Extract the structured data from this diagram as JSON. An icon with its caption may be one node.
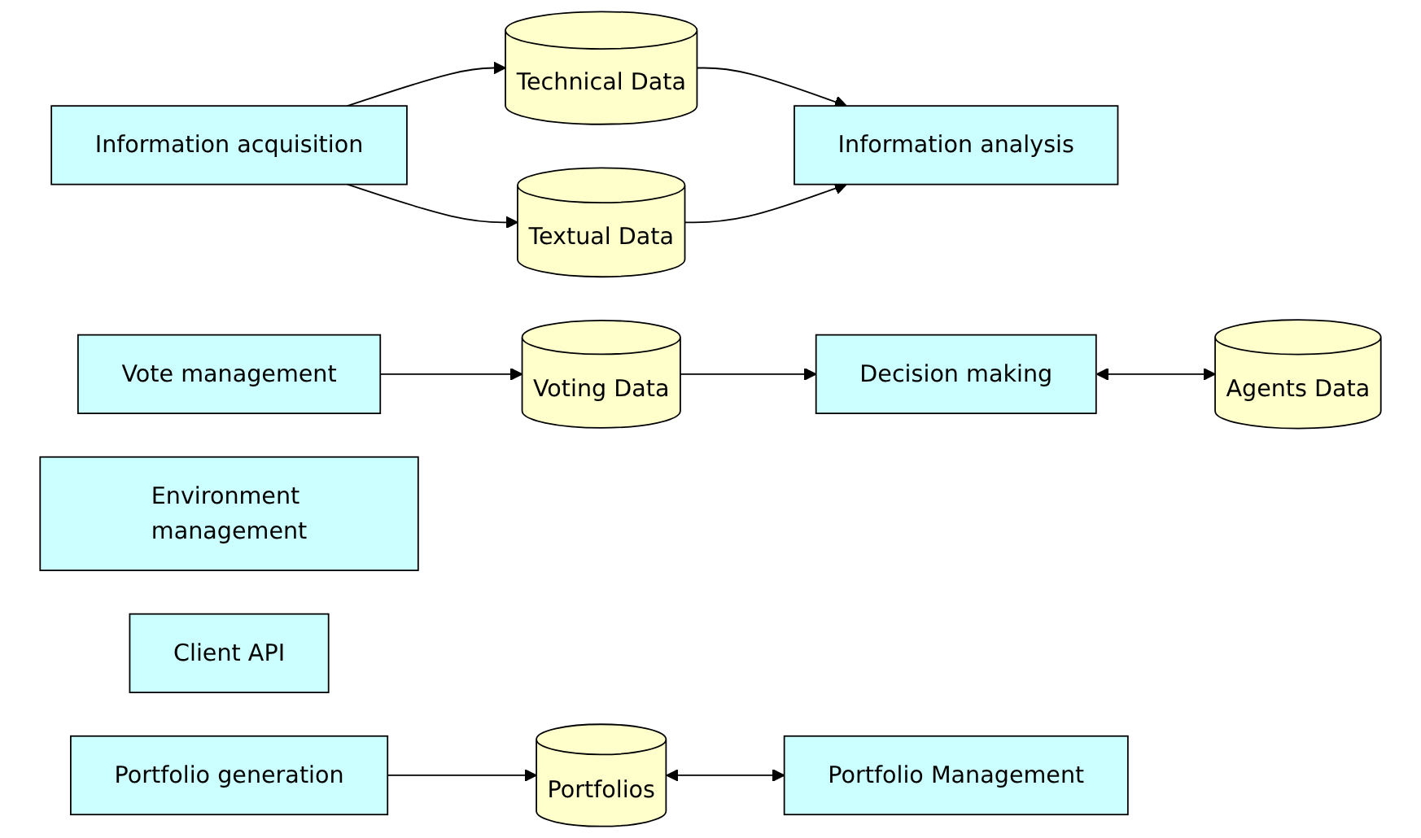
{
  "diagram": {
    "nodes": [
      {
        "text": [
          "Information acquisition"
        ]
      },
      {
        "text": [
          "Technical Data"
        ]
      },
      {
        "text": [
          "Textual Data"
        ]
      },
      {
        "text": [
          "Information analysis"
        ]
      },
      {
        "text": [
          "Vote management"
        ]
      },
      {
        "text": [
          "Voting Data"
        ]
      },
      {
        "text": [
          "Decision making"
        ]
      },
      {
        "text": [
          "Environment management"
        ]
      },
      {
        "text": [
          "Client API"
        ]
      },
      {
        "text": [
          "Agents Data"
        ]
      },
      {
        "text": [
          "Portfolio generation"
        ]
      },
      {
        "text": [
          "Portfolios"
        ]
      },
      {
        "text": [
          "Portfolio Management"
        ]
      }
    ],
    "edges": [
      {
        "from": 0,
        "to": 1,
        "arrow": "to"
      },
      {
        "from": 0,
        "to": 2,
        "arrow": "to"
      },
      {
        "from": 1,
        "to": 3,
        "arrow": "to"
      },
      {
        "from": 2,
        "to": 3,
        "arrow": "to"
      },
      {
        "from": 4,
        "to": 5,
        "arrow": "to"
      },
      {
        "from": 5,
        "to": 6,
        "arrow": "to"
      },
      {
        "from": 6,
        "to": 9,
        "arrow": "both"
      },
      {
        "from": 10,
        "to": 11,
        "arrow": "to"
      },
      {
        "from": 11,
        "to": 12,
        "arrow": "both"
      }
    ]
  }
}
